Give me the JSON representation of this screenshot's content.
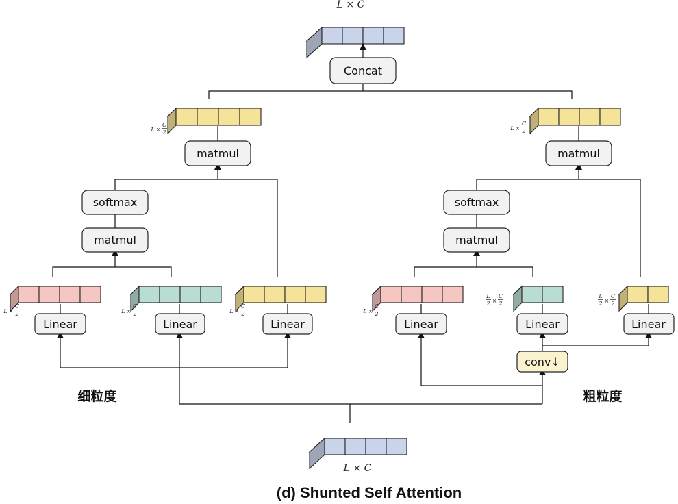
{
  "caption": "(d) Shunted Self Attention",
  "branch_labels": {
    "fine": "细粒度",
    "coarse": "粗粒度"
  },
  "ops": {
    "concat": "Concat",
    "matmul": "matmul",
    "softmax": "softmax",
    "linear": "Linear",
    "conv": "conv↓"
  },
  "shapes": {
    "full": "L × C",
    "half_L": "L",
    "half_C": "C",
    "half_den": "2"
  },
  "colors": {
    "blue": "#c9d3ea",
    "yellow": "#f6e39a",
    "red": "#f6c6c2",
    "teal": "#b9ddd3",
    "conv_fill": "#fbf3cf",
    "op_fill": "#f2f2f2"
  }
}
